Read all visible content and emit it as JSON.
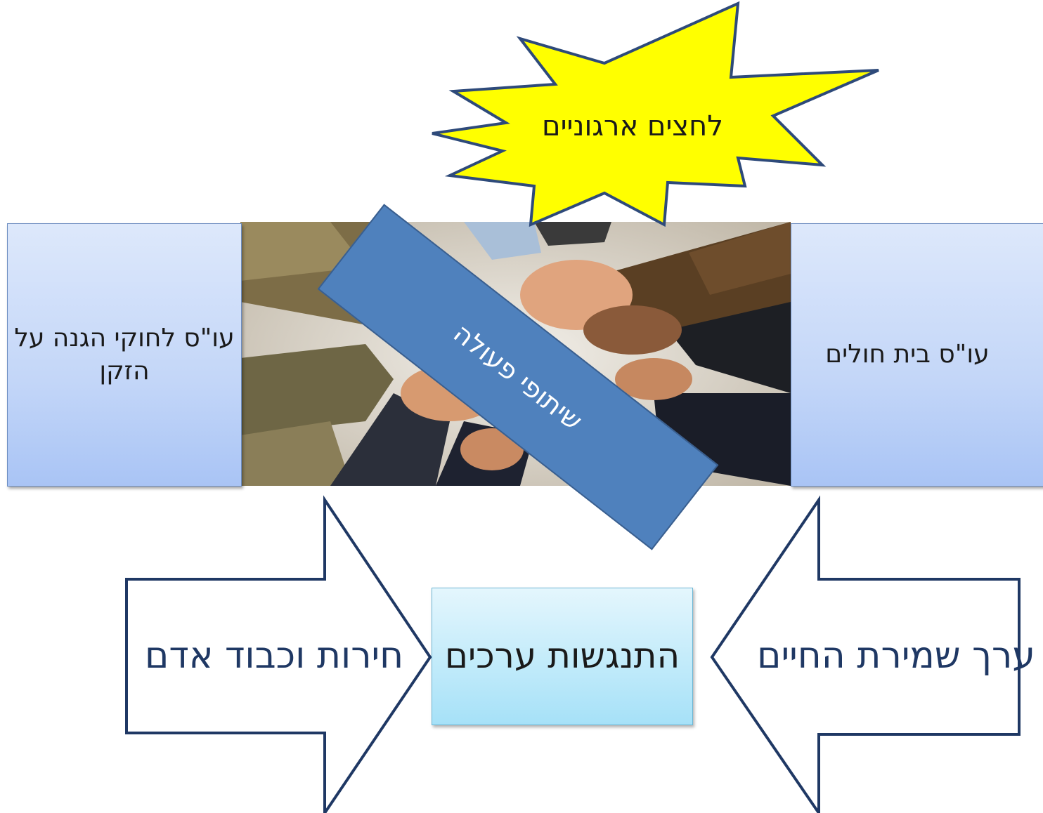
{
  "boxes": {
    "left": "עו\"ס לחוקי הגנה על הזקן",
    "right": "עו\"ס בית חולים",
    "center": "התנגשות ערכים",
    "collaboration": "שיתופי פעולה"
  },
  "starburst": {
    "text": "לחצים ארגוניים",
    "fill": "#ffff00",
    "stroke": "#2e4a7a"
  },
  "arrows": {
    "left": "חירות וכבוד אדם",
    "right": "ערך שמירת החיים",
    "stroke": "#1f3864"
  },
  "photo": {
    "description_icon": "hands-together-photo"
  },
  "colors": {
    "collaboration_fill": "#4f81bd",
    "side_box_fill": "#c3d6f8",
    "center_box_fill": "#c2ebfa"
  }
}
